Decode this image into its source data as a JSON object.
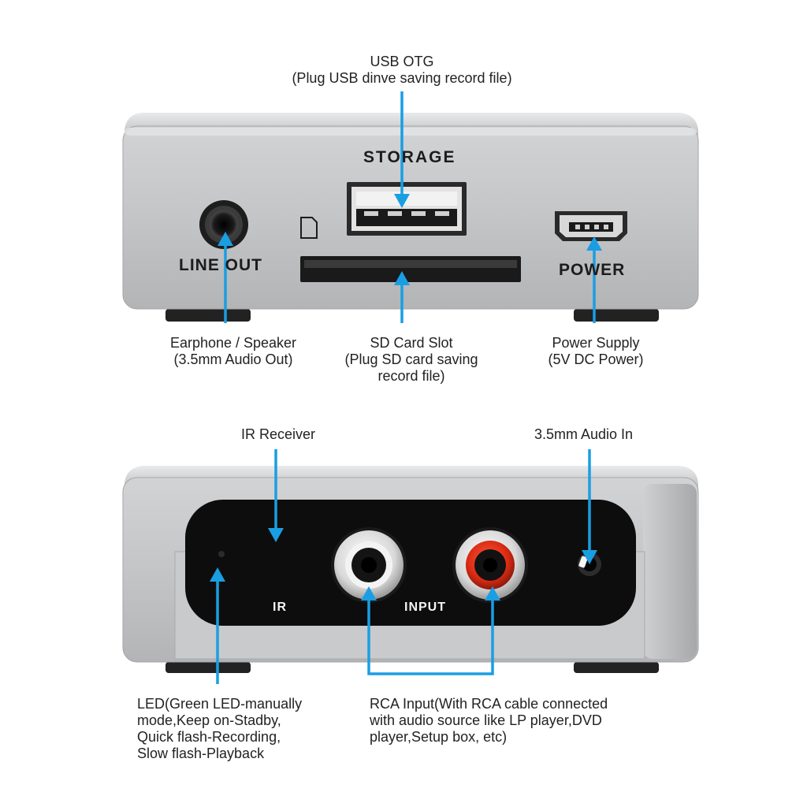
{
  "top_device": {
    "labels": {
      "storage": "STORAGE",
      "line_out": "LINE OUT",
      "power": "POWER"
    },
    "callouts": {
      "usb_otg": {
        "line1": "USB OTG",
        "line2": "(Plug USB dinve saving record file)"
      },
      "earphone": {
        "line1": "Earphone / Speaker",
        "line2": "(3.5mm Audio Out)"
      },
      "sd_card": {
        "line1": "SD Card Slot",
        "line2": "(Plug SD card saving",
        "line3": "record file)"
      },
      "power_supply": {
        "line1": "Power Supply",
        "line2": "(5V DC Power)"
      }
    }
  },
  "bottom_device": {
    "labels": {
      "ir": "IR",
      "input": "INPUT"
    },
    "callouts": {
      "ir_receiver": {
        "line1": "IR Receiver"
      },
      "audio_in": {
        "line1": "3.5mm Audio In"
      },
      "led": {
        "line1": "LED(Green LED-manually",
        "line2": "mode,Keep on-Stadby,",
        "line3": "Quick flash-Recording,",
        "line4": "Slow flash-Playback"
      },
      "rca": {
        "line1": "RCA Input(With RCA cable connected",
        "line2": "with audio source like LP player,DVD",
        "line3": "player,Setup box, etc)"
      }
    }
  },
  "colors": {
    "arrow": "#1a9ee3",
    "body": "#c9cacb",
    "panel": "#0d0d0d",
    "rca_red": "#e0311b",
    "rca_white": "#eeeeee"
  }
}
